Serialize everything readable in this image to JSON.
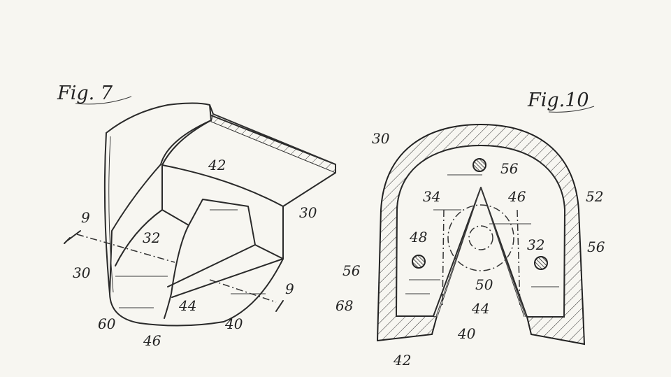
{
  "figure7": {
    "title": "Fig. 7",
    "labels": [
      "42",
      "30",
      "9",
      "32",
      "30",
      "60",
      "46",
      "44",
      "40",
      "9"
    ]
  },
  "figure10": {
    "title": "Fig.10",
    "labels": [
      "30",
      "56",
      "34",
      "46",
      "52",
      "48",
      "32",
      "56",
      "56",
      "50",
      "68",
      "44",
      "40",
      "42"
    ]
  }
}
